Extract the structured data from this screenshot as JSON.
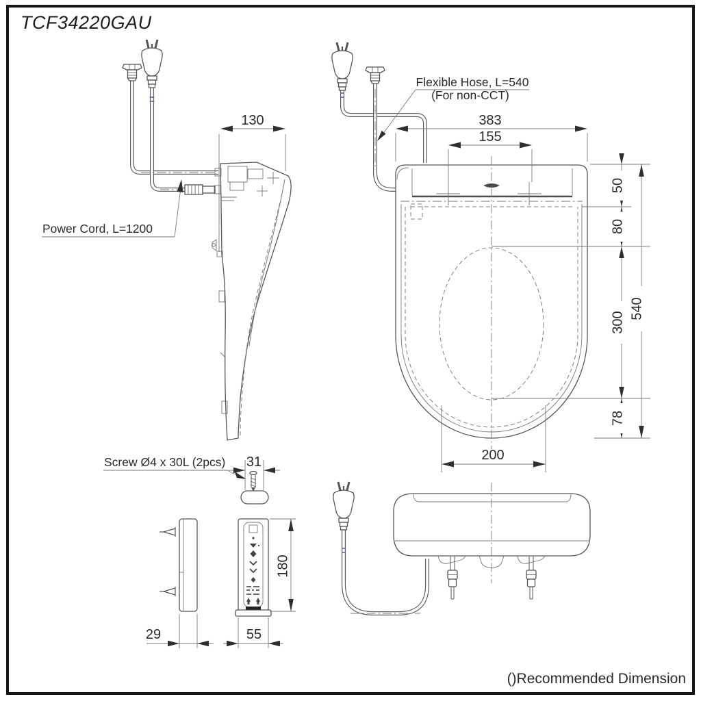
{
  "title": "TCF34220GAU",
  "callouts": {
    "power_cord": "Power Cord, L=1200",
    "flexible_hose_line1": "Flexible Hose, L=540",
    "flexible_hose_line2": "(For non-CCT)",
    "screw": "Screw Ø4 x 30L (2pcs)"
  },
  "footnote": "()Recommended Dimension",
  "dimensions": {
    "side_depth": "130",
    "overall_width": "383",
    "hinge_spacing": "155",
    "top_to_hinge": "50",
    "hinge_to_opening": "80",
    "opening_length": "300",
    "overall_length": "540",
    "front_overhang": "78",
    "opening_width": "200",
    "holder_width": "31",
    "remote_depth": "29",
    "remote_width": "55",
    "remote_height": "180"
  },
  "colors": {
    "line": "#555555",
    "text": "#2b2b2b",
    "cord_marker_blue": "#5b66b2",
    "background": "#ffffff",
    "border": "#161616"
  }
}
